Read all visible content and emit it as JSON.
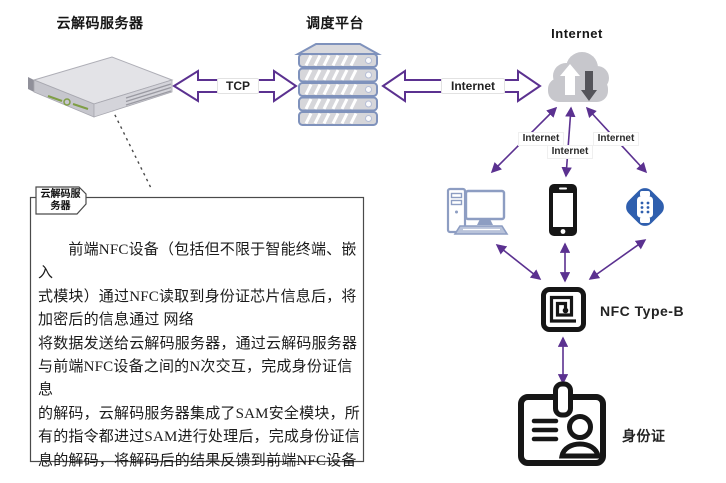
{
  "headings": {
    "decoder_server": "云解码服务器",
    "dispatch_platform": "调度平台",
    "internet_cloud": "Internet"
  },
  "connections": {
    "tcp": "TCP",
    "platform_internet": "Internet",
    "cloud_computer": "Internet",
    "cloud_phone": "Internet",
    "cloud_watch": "Internet"
  },
  "labels": {
    "nfc": "NFC Type-B",
    "id_card": "身份证"
  },
  "callout": {
    "tab_lines": [
      "云解码服",
      "务器"
    ],
    "body_lines": [
      "　　前端NFC设备（包括但不限于智能终端、嵌入",
      "式模块）通过NFC读取到身份证芯片信息后，将",
      "加密后的信息通过 网络",
      "将数据发送给云解码服务器，通过云解码服务器",
      "与前端NFC设备之间的N次交互，完成身份证信息",
      "的解码，云解码服务器集成了SAM安全模块，所",
      "有的指令都进过SAM进行处理后，完成身份证信",
      "息的解码，将解码后的结果反馈到前端NFC设备",
      "。"
    ]
  },
  "icons": {
    "decoder_server": "rack-server-icon",
    "dispatch_platform": "server-stack-icon",
    "internet": "cloud-updown-icon",
    "terminal_computer": "desktop-computer-icon",
    "terminal_phone": "smartphone-icon",
    "terminal_watch": "smartwatch-icon",
    "nfc": "nfc-coil-icon",
    "id_card": "id-badge-icon"
  },
  "colors": {
    "arrow_purple": "#5b3190",
    "platform_blue": "#7f92bc",
    "computer_blue_gray": "#8d9dc2",
    "watch_blue": "#2f5fae",
    "cloud_gray": "#c7c7cc",
    "icon_black": "#161616"
  }
}
